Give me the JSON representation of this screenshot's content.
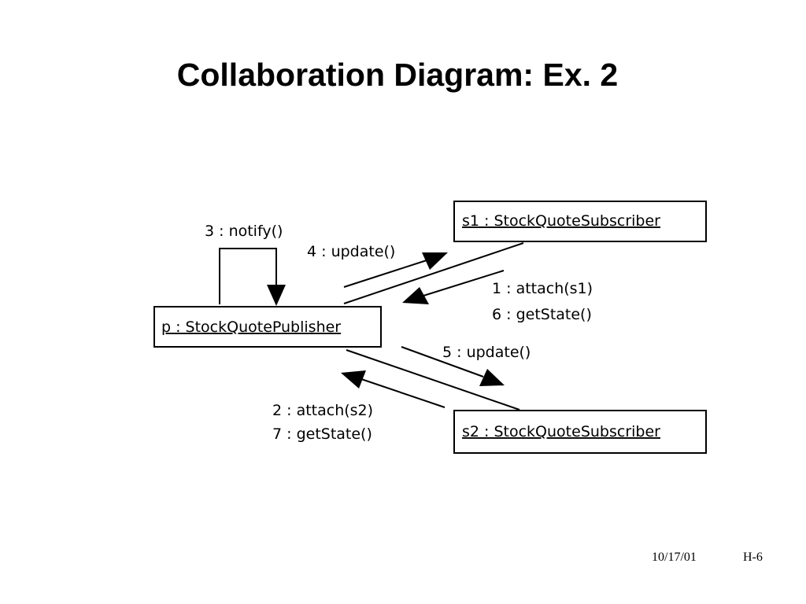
{
  "slide": {
    "title": "Collaboration Diagram: Ex. 2",
    "footer_date": "10/17/01",
    "footer_page": "H-6"
  },
  "diagram": {
    "objects": {
      "publisher": "p : StockQuotePublisher",
      "subscriber1": "s1 : StockQuoteSubscriber",
      "subscriber2": "s2 : StockQuoteSubscriber"
    },
    "messages": {
      "notify": "3 : notify()",
      "update_s1": "4 : update()",
      "attach_s1": "1 : attach(s1)",
      "getstate_s1": "6 : getState()",
      "update_s2": "5 : update()",
      "attach_s2": "2 : attach(s2)",
      "getstate_s2": "7 : getState()"
    }
  }
}
